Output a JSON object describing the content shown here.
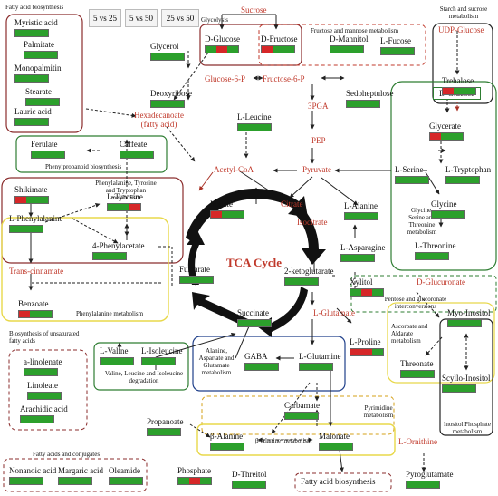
{
  "legend": [
    "5 vs 25",
    "5 vs 50",
    "25 vs 50"
  ],
  "colors": {
    "red": "#d62728",
    "green": "#2ca02c",
    "grey": "#b0b0b0"
  },
  "nodes": {
    "myristic": {
      "label": "Myristic acid",
      "red": false,
      "heat": "gg"
    },
    "palmitate": {
      "label": "Palmitate",
      "red": false,
      "heat": "ggg"
    },
    "monopalmitin": {
      "label": "Monopalmitin",
      "red": false,
      "heat": "ggg"
    },
    "stearate": {
      "label": "Stearate",
      "red": false,
      "heat": "ggg"
    },
    "lauric": {
      "label": "Lauric acid",
      "red": false,
      "heat": "ggg"
    },
    "glycerol": {
      "label": "Glycerol",
      "red": false,
      "heat": "ggg"
    },
    "deoxyribose": {
      "label": "Deoxyribose",
      "red": false,
      "heat": "ggg"
    },
    "hexadecanoate": {
      "label": "Hexadecanoate\n(fatty acid)",
      "red": true,
      "heat": ""
    },
    "sucrose": {
      "label": "Sucrose",
      "red": true,
      "heat": ""
    },
    "dglucose1": {
      "label": "D-Glucose",
      "red": false,
      "heat": "grg"
    },
    "dfructose1": {
      "label": "D-Fructose",
      "red": false,
      "heat": "rgg"
    },
    "dmannitol": {
      "label": "D-Mannitol",
      "red": false,
      "heat": "ggg"
    },
    "lfucose": {
      "label": "L-Fucose",
      "red": false,
      "heat": "ggg"
    },
    "udpglucose": {
      "label": "UDP-Glucose",
      "red": true,
      "heat": ""
    },
    "trehalose": {
      "label": "Trehalose",
      "red": false,
      "heat": "rgg"
    },
    "glucose6p": {
      "label": "Glucose-6-P",
      "red": true,
      "heat": ""
    },
    "fructose6p": {
      "label": "Fructose-6-P",
      "red": true,
      "heat": ""
    },
    "sedoheptulose": {
      "label": "Sedoheptulose",
      "red": false,
      "heat": "ggg"
    },
    "pga3": {
      "label": "3PGA",
      "red": true,
      "heat": ""
    },
    "pep": {
      "label": "PEP",
      "red": true,
      "heat": ""
    },
    "lleucine": {
      "label": "L-Leucine",
      "red": false,
      "heat": "gg"
    },
    "dglucose2": {
      "label": "D-Glucose",
      "red": false,
      "heat": ""
    },
    "glycerate": {
      "label": "Glycerate",
      "red": false,
      "heat": "rgg"
    },
    "ferulate": {
      "label": "Ferulate",
      "red": false,
      "heat": "ggg"
    },
    "caffeate": {
      "label": "Caffeate",
      "red": false,
      "heat": "ggg"
    },
    "acetylcoa": {
      "label": "Acetyl-CoA",
      "red": true,
      "heat": ""
    },
    "pyruvate": {
      "label": "Pyruvate",
      "red": true,
      "heat": ""
    },
    "lserine": {
      "label": "L-Serine",
      "red": false,
      "heat": "ggg"
    },
    "ltryptophan": {
      "label": "L-Tryptophan",
      "red": false,
      "heat": "ggg"
    },
    "shikimate": {
      "label": "Shikimate",
      "red": false,
      "heat": "rgg"
    },
    "ltyrosine": {
      "label": "L-Tyrosine",
      "red": false,
      "heat": "ggr"
    },
    "lphenylalanine": {
      "label": "L-Phenylalanine",
      "red": false,
      "heat": "ggg"
    },
    "malate": {
      "label": "Malate",
      "red": false,
      "heat": "rgg"
    },
    "citrate": {
      "label": "Citrate",
      "red": true,
      "heat": ""
    },
    "isocitrate": {
      "label": "Isocitrate",
      "red": true,
      "heat": ""
    },
    "lalanine": {
      "label": "L-Alanine",
      "red": false,
      "heat": "ggg"
    },
    "glycine": {
      "label": "Glycine",
      "red": false,
      "heat": "ggg"
    },
    "lthreonine": {
      "label": "L-Threonine",
      "red": false,
      "heat": "ggg"
    },
    "lasparagine": {
      "label": "L-Asparagine",
      "red": false,
      "heat": "ggg"
    },
    "tcacycle": {
      "label": "TCA Cycle",
      "red": true,
      "heat": ""
    },
    "fumarate": {
      "label": "Fumarate",
      "red": false,
      "heat": "ggg"
    },
    "phenylacetate": {
      "label": "4-Phenylacetate",
      "red": false,
      "heat": "ggg"
    },
    "transcinnamate": {
      "label": "Trans-cinnamate",
      "red": true,
      "heat": ""
    },
    "benzoate": {
      "label": "Benzoate",
      "red": false,
      "heat": "rgg"
    },
    "ketoglutarate": {
      "label": "2-ketoglutarate",
      "red": false,
      "heat": "ggg"
    },
    "xylitol": {
      "label": "Xylitol",
      "red": false,
      "heat": "grg"
    },
    "dglucuronate": {
      "label": "D-Glucuronate",
      "red": true,
      "heat": ""
    },
    "succinate": {
      "label": "Succinate",
      "red": false,
      "heat": "ggg"
    },
    "lglutamate": {
      "label": "L-Glutamate",
      "red": true,
      "heat": ""
    },
    "lproline": {
      "label": "L-Proline",
      "red": false,
      "heat": "rrg"
    },
    "myoinositol": {
      "label": "Myo-Inositol",
      "red": false,
      "heat": "ggg"
    },
    "threonate": {
      "label": "Threonate",
      "red": false,
      "heat": "ggg"
    },
    "lvaline": {
      "label": "L-Valine",
      "red": false,
      "heat": "ggg"
    },
    "lisoleucine": {
      "label": "L-Isoleucine",
      "red": false,
      "heat": "ggg"
    },
    "gaba": {
      "label": "GABA",
      "red": false,
      "heat": "ggg"
    },
    "lglutamine": {
      "label": "L-Glutamine",
      "red": false,
      "heat": "ggg"
    },
    "alinolenate": {
      "label": "a-linolenate",
      "red": false,
      "heat": "ggg"
    },
    "linoleate": {
      "label": "Linoleate",
      "red": false,
      "heat": "ggg"
    },
    "arachidic": {
      "label": "Arachidic acid",
      "red": false,
      "heat": "ggg"
    },
    "carbamate": {
      "label": "Carbamate",
      "red": false,
      "heat": "ggg"
    },
    "scylloinositol": {
      "label": "Scyllo-Inositol",
      "red": false,
      "heat": "ggg"
    },
    "propanoate": {
      "label": "Propanoate",
      "red": false,
      "heat": "ggg"
    },
    "balanine": {
      "label": "β-Alanine",
      "red": false,
      "heat": "ggg"
    },
    "malonate": {
      "label": "Malonate",
      "red": false,
      "heat": "ggg"
    },
    "lornithine": {
      "label": "L-Ornithine",
      "red": true,
      "heat": ""
    },
    "phosphate": {
      "label": "Phosphate",
      "red": false,
      "heat": "grg"
    },
    "dthreitol": {
      "label": "D-Threitol",
      "red": false,
      "heat": "ggg"
    },
    "pyroglutamate": {
      "label": "Pyroglutamate",
      "red": false,
      "heat": "ggg"
    },
    "nonanoic": {
      "label": "Nonanoic acid",
      "red": false,
      "heat": "ggg"
    },
    "margaric": {
      "label": "Margaric acid",
      "red": false,
      "heat": "ggg"
    },
    "oleamide": {
      "label": "Oleamide",
      "red": false,
      "heat": "ggg"
    },
    "fattyacidbio": {
      "label": "Fatty acid biosynthesis",
      "red": false,
      "heat": ""
    }
  },
  "captions": {
    "fattybio": "Fatty acid biosynthesis",
    "glycolysis": "Glycolysis",
    "fructmann": "Fructose and mannose metabolism",
    "starch": "Starch and sucrose\nmetabolism",
    "phenylprop": "Phenylpropanoid biosynthesis",
    "phetyrtrp": "Phenylalanine, Tyrosine\nand Tryptophan\nmetabolism",
    "glyser": "Glycine,\nSerine and\nThreonine\nmetabolism",
    "pentose": "Pentose and glucoronate\ninterconversions",
    "ascorbate": "Ascorbate and\nAldarate\nmetabolism",
    "phemet": "Phenylalanine metabolism",
    "unsat": "Biosynthesis of unsaturated\nfatty acids",
    "alaasp": "Alanine,\nAspartate and\nGlutamate\nmetabolism",
    "valleu": "Valine, Leucine and Isoleucine\ndegradation",
    "pyrimidine": "Pyrimidine\nmetabolism",
    "inositol": "Inositol Phosphate\nmetabolism",
    "balametab": "β-Alanine metabolism",
    "fattyconj": "Fatty acids and conjugates"
  }
}
